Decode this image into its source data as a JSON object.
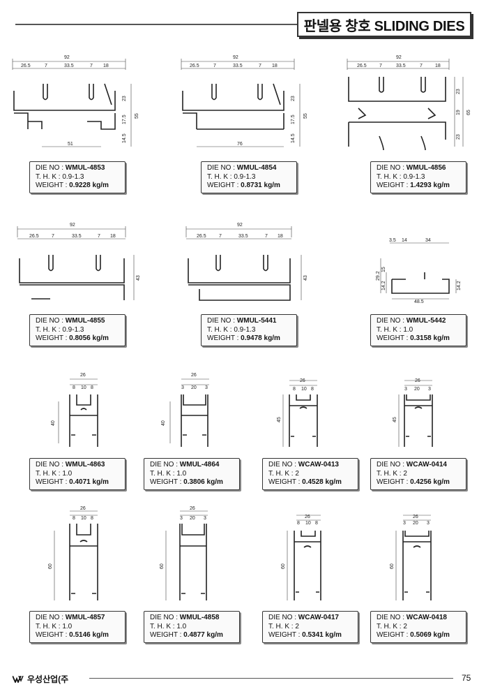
{
  "header": {
    "title": "판넬용 창호 SLIDING DIES"
  },
  "labels": {
    "die_no": "DIE NO :",
    "thk": "T. H. K :",
    "weight": "WEIGHT :"
  },
  "dies": [
    {
      "die_no": "WMUL-4853",
      "thk": "0.9-1.3",
      "weight": "0.9228 kg/m",
      "dims": [
        "92",
        "26.5",
        "7",
        "33.5",
        "7",
        "18",
        "23",
        "17.5",
        "55",
        "14.5",
        "51"
      ]
    },
    {
      "die_no": "WMUL-4854",
      "thk": "0.9-1.3",
      "weight": "0.8731 kg/m",
      "dims": [
        "92",
        "26.5",
        "7",
        "33.5",
        "7",
        "18",
        "23",
        "17.5",
        "55",
        "14.5",
        "76"
      ]
    },
    {
      "die_no": "WMUL-4856",
      "thk": "0.9-1.3",
      "weight": "1.4293 kg/m",
      "dims": [
        "92",
        "26.5",
        "7",
        "33.5",
        "7",
        "18",
        "23",
        "19",
        "65",
        "23"
      ]
    },
    {
      "die_no": "WMUL-4855",
      "thk": "0.9-1.3",
      "weight": "0.8056 kg/m",
      "dims": [
        "92",
        "26.5",
        "7",
        "33.5",
        "7",
        "18",
        "43"
      ]
    },
    {
      "die_no": "WMUL-5441",
      "thk": "0.9-1.3",
      "weight": "0.9478 kg/m",
      "dims": [
        "92",
        "26.5",
        "7",
        "33.5",
        "7",
        "18",
        "43"
      ]
    },
    {
      "die_no": "WMUL-5442",
      "thk": "1.0",
      "weight": "0.3158 kg/m",
      "dims": [
        "3.5",
        "14",
        "34",
        "29.2",
        "15",
        "14.2",
        "14.2",
        "48.5"
      ]
    },
    {
      "die_no": "WMUL-4863",
      "thk": "1.0",
      "weight": "0.4071 kg/m",
      "dims": [
        "26",
        "8",
        "10",
        "8",
        "40"
      ]
    },
    {
      "die_no": "WMUL-4864",
      "thk": "1.0",
      "weight": "0.3806 kg/m",
      "dims": [
        "26",
        "3",
        "20",
        "3",
        "40"
      ]
    },
    {
      "die_no": "WCAW-0413",
      "thk": "2",
      "weight": "0.4528 kg/m",
      "dims": [
        "26",
        "8",
        "10",
        "8",
        "45"
      ]
    },
    {
      "die_no": "WCAW-0414",
      "thk": "2",
      "weight": "0.4256 kg/m",
      "dims": [
        "26",
        "3",
        "20",
        "3",
        "45"
      ]
    },
    {
      "die_no": "WMUL-4857",
      "thk": "1.0",
      "weight": "0.5146 kg/m",
      "dims": [
        "26",
        "8",
        "10",
        "8",
        "60"
      ]
    },
    {
      "die_no": "WMUL-4858",
      "thk": "1.0",
      "weight": "0.4877 kg/m",
      "dims": [
        "26",
        "3",
        "20",
        "3",
        "60"
      ]
    },
    {
      "die_no": "WCAW-0417",
      "thk": "2",
      "weight": "0.5341 kg/m",
      "dims": [
        "26",
        "8",
        "10",
        "8",
        "60"
      ]
    },
    {
      "die_no": "WCAW-0418",
      "thk": "2",
      "weight": "0.5069 kg/m",
      "dims": [
        "26",
        "3",
        "20",
        "3",
        "60"
      ]
    }
  ],
  "footer": {
    "company": "우성산업(주",
    "page": "75"
  }
}
